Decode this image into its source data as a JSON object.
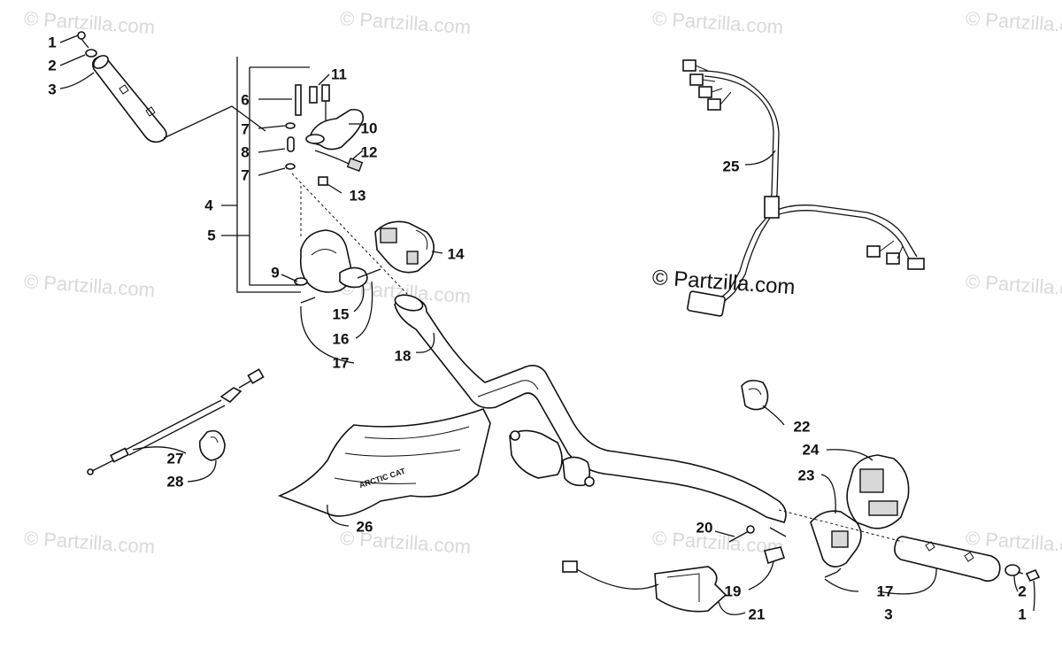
{
  "watermark": {
    "text": "© Partzilla.com",
    "center_text": "© Partzilla.com"
  },
  "callouts": {
    "c1_top": "1",
    "c2_top": "2",
    "c3_top": "3",
    "c4": "4",
    "c5": "5",
    "c6": "6",
    "c7_a": "7",
    "c7_b": "7",
    "c8": "8",
    "c9": "9",
    "c10": "10",
    "c11": "11",
    "c12": "12",
    "c13": "13",
    "c14": "14",
    "c15": "15",
    "c16": "16",
    "c17_left": "17",
    "c18": "18",
    "c19": "19",
    "c20": "20",
    "c21": "21",
    "c22": "22",
    "c23": "23",
    "c24": "24",
    "c25": "25",
    "c26": "26",
    "c27": "27",
    "c28": "28",
    "c17_right": "17",
    "c3_bottom": "3",
    "c2_bottom": "2",
    "c1_bottom": "1"
  },
  "pad_text": "ARCTIC CAT"
}
